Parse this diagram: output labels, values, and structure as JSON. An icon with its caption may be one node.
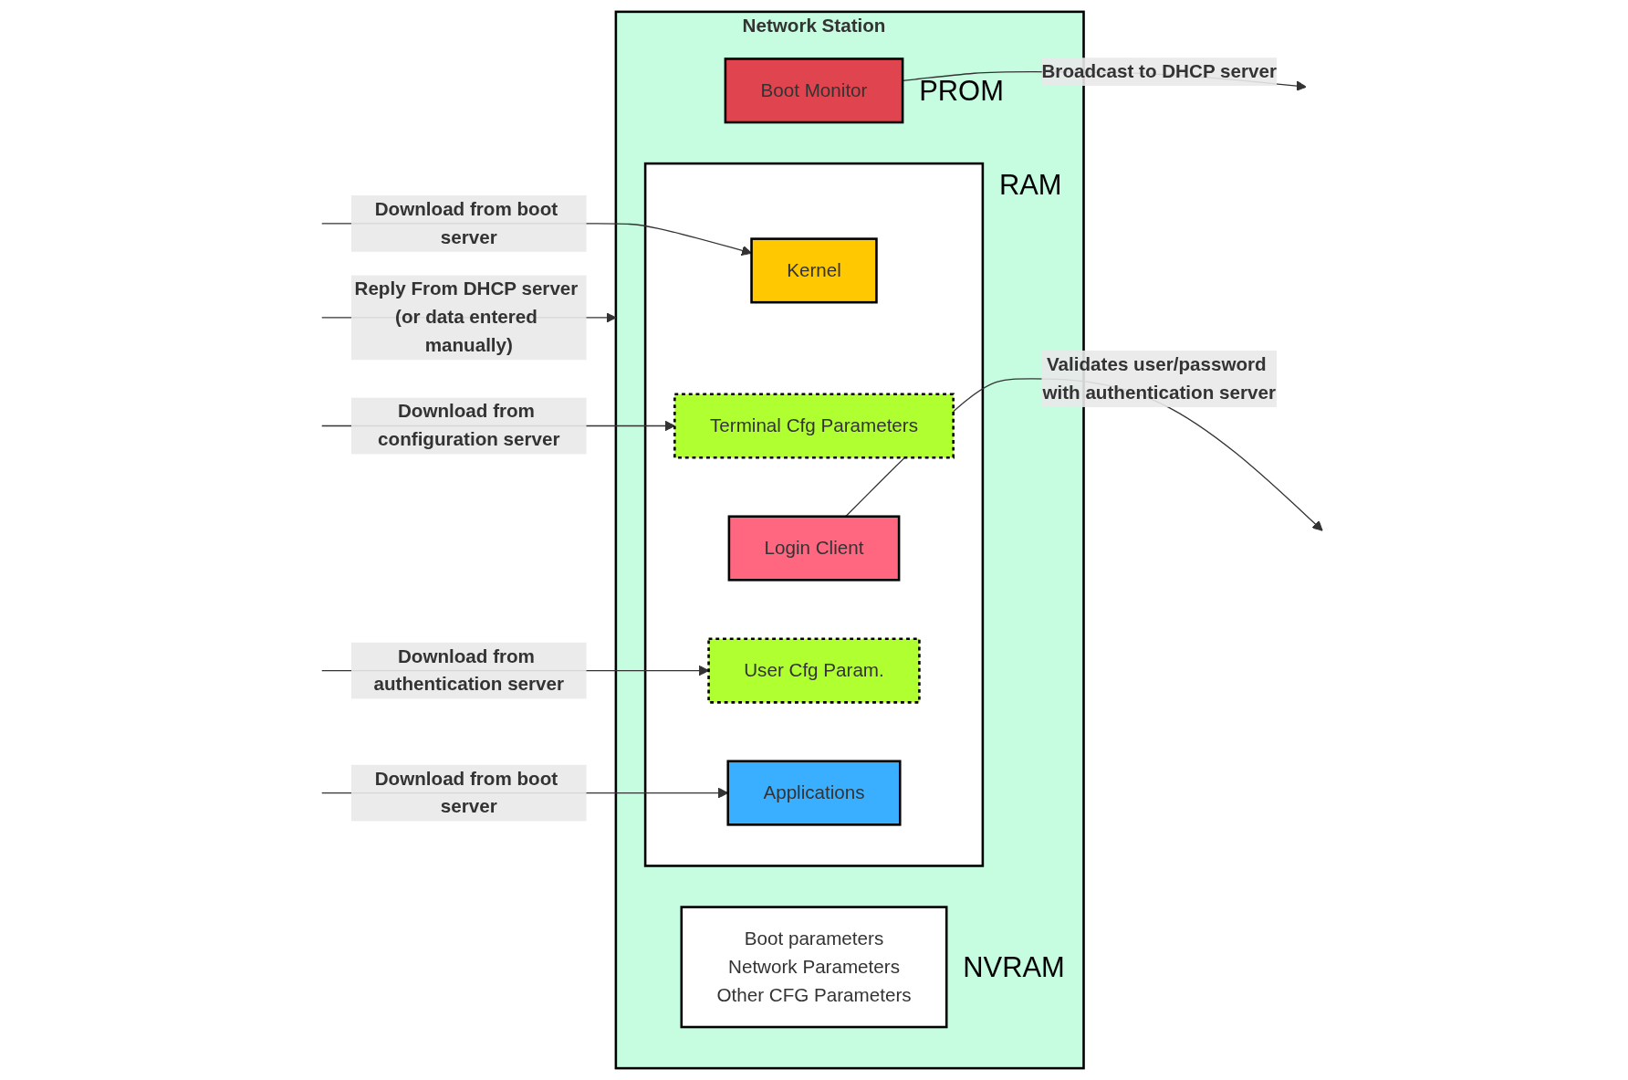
{
  "diagram": {
    "nodes": [
      {
        "text": [
          "Network Station"
        ]
      },
      {
        "text": [
          "Boot Monitor"
        ],
        "in": 0,
        "beside": [
          "PROM"
        ]
      },
      {
        "text": [
          "Boot parameters",
          "Network Parameters",
          "Other CFG Parameters"
        ],
        "in": 0,
        "beside": [
          "NVRAM"
        ]
      },
      {
        "text": [],
        "shape": "box",
        "in": 0,
        "beside": [
          "RAM"
        ]
      },
      {
        "text": [
          "Kernel"
        ],
        "in": 3
      },
      {
        "text": [
          "Terminal Cfg Parameters"
        ],
        "in": 3
      },
      {
        "text": [
          "Login Client"
        ],
        "in": 3
      },
      {
        "text": [
          "User Cfg Param."
        ],
        "in": 3
      },
      {
        "text": [
          "Applications"
        ],
        "in": 3
      }
    ],
    "edges": [
      {
        "from": 1,
        "to": null,
        "arrow": "to",
        "label": "Broadcast to DHCP server"
      },
      {
        "from": null,
        "to": 0,
        "arrow": "to",
        "label": "Reply From DHCP server (or data entered manually)"
      },
      {
        "from": null,
        "to": 4,
        "arrow": "to",
        "label": "Download from boot server"
      },
      {
        "from": null,
        "to": 5,
        "arrow": "to",
        "label": "Download from configuration server"
      },
      {
        "from": 6,
        "to": null,
        "arrow": "to",
        "label": "Validates user/password with authentication server"
      },
      {
        "from": null,
        "to": 7,
        "arrow": "to",
        "label": "Download from authentication server"
      },
      {
        "from": null,
        "to": 8,
        "arrow": "to",
        "label": "Download from boot server"
      }
    ]
  }
}
